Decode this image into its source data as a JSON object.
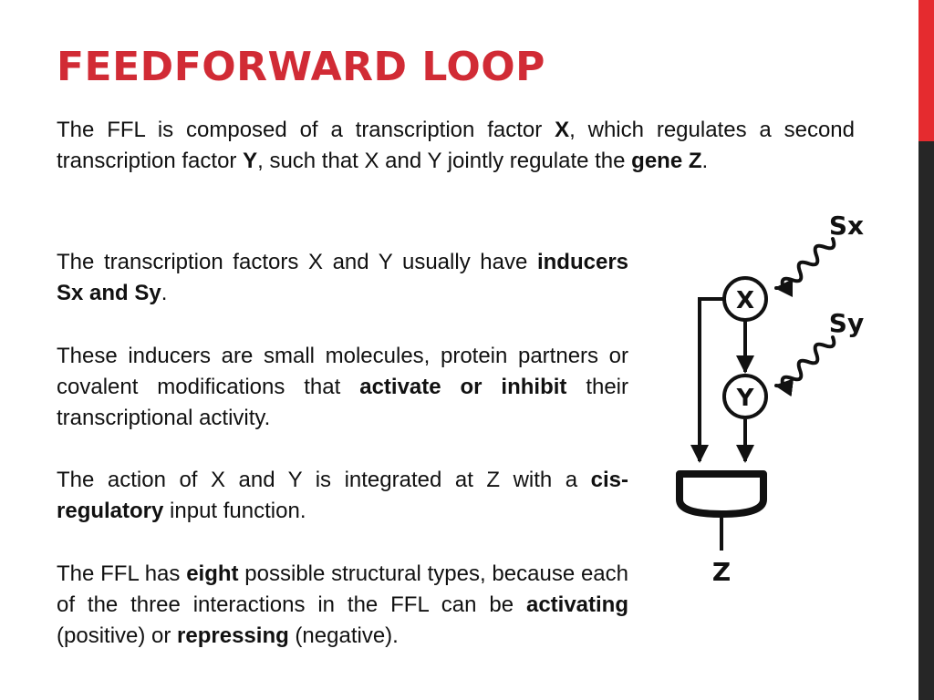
{
  "slide": {
    "title": "FEEDFORWARD LOOP",
    "intro": {
      "t1": "The FFL is composed of a transcription factor ",
      "b1": "X",
      "t2": ", which regulates a second transcription factor ",
      "b2": "Y",
      "t3": ", such that X and Y jointly regulate the ",
      "b3": "gene Z",
      "t4": "."
    },
    "paragraphs": [
      {
        "t1": "The transcription factors X and Y usually have ",
        "b1": "inducers Sx and Sy",
        "t2": "."
      },
      {
        "t1": "These inducers are small molecules, protein partners or covalent modifications that ",
        "b1": "activate or inhibit",
        "t2": " their transcriptional activity."
      },
      {
        "t1": "The action of X and Y is integrated at Z with a ",
        "b1": "cis-regulatory",
        "t2": " input function."
      },
      {
        "t1": "The FFL has ",
        "b1": "eight",
        "t2": " possible structural types, because each of the three interactions in the FFL can be ",
        "b2": "activating",
        "t3": " (positive) or ",
        "b3": "repressing",
        "t4": " (negative)."
      }
    ]
  },
  "diagram": {
    "node_x": "X",
    "node_y": "Y",
    "inducer_sx": "Sx",
    "inducer_sy": "Sy",
    "output_z": "Z"
  },
  "colors": {
    "title": "#d12b35",
    "accent_top": "#e52b2f",
    "accent_bottom": "#262626"
  }
}
